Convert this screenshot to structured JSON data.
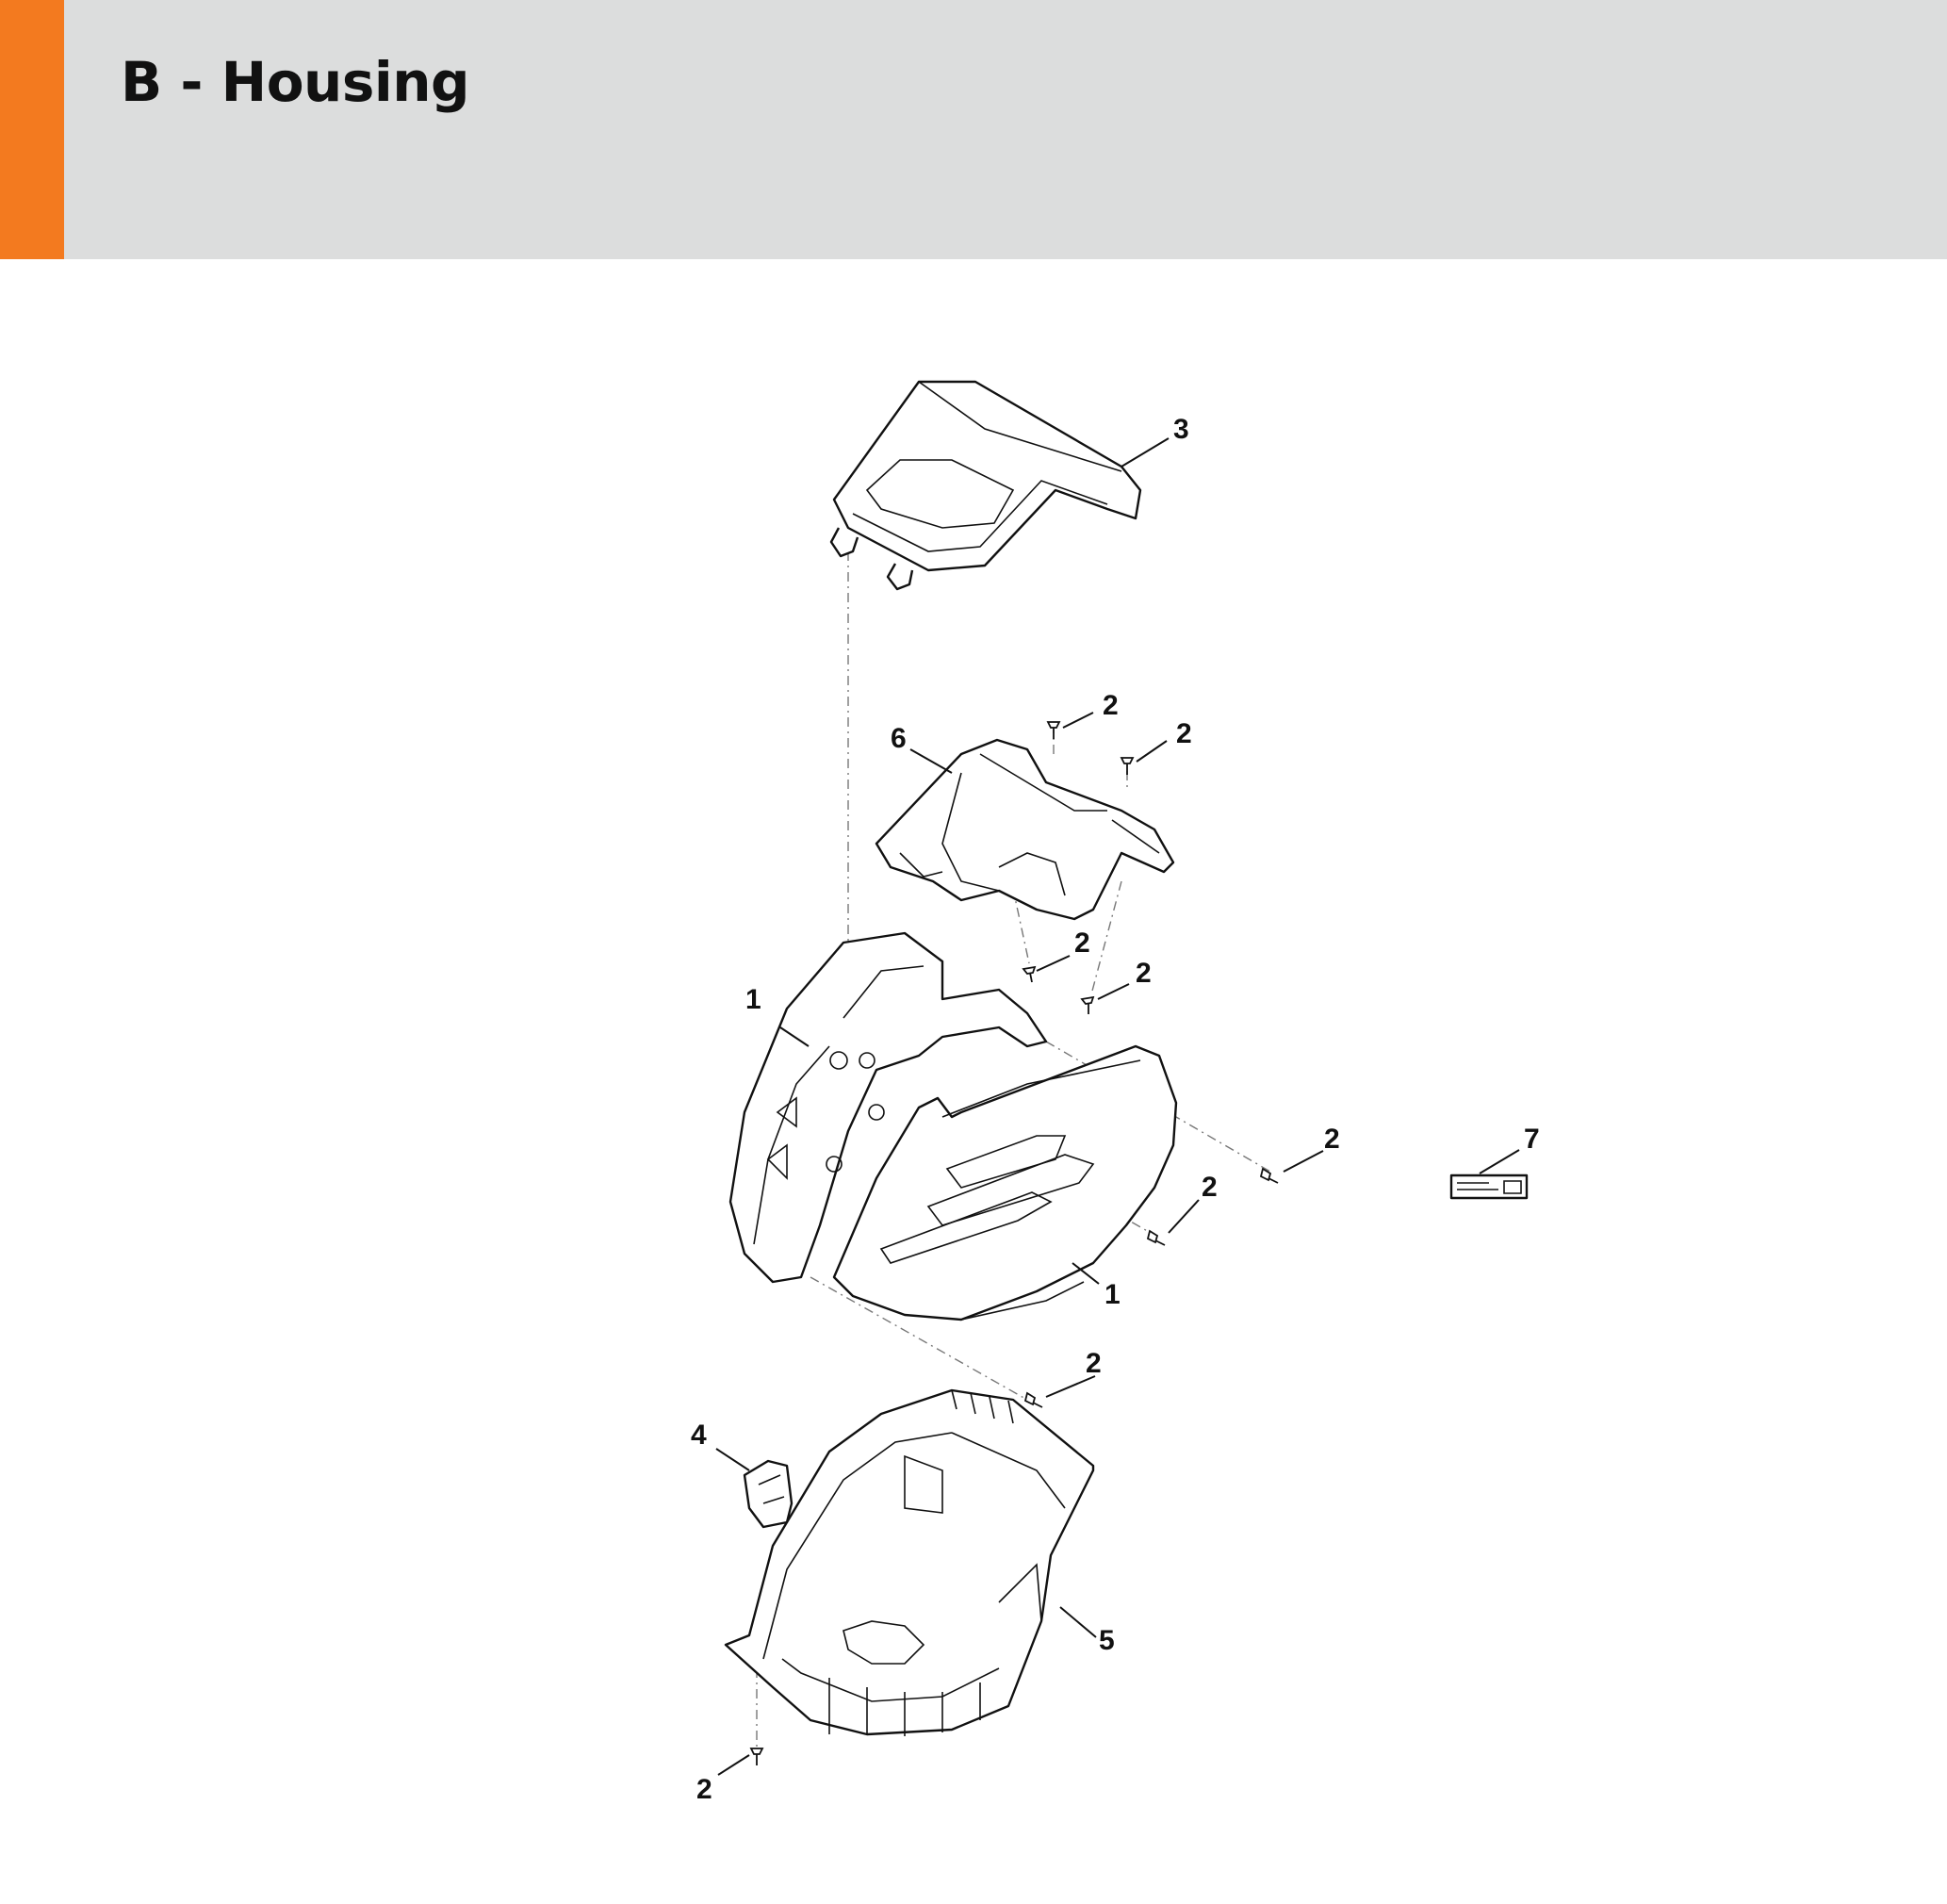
{
  "header": {
    "title": "B - Housing",
    "accent_color": "#f37a1f",
    "band_color": "#dcdddd"
  },
  "callouts": {
    "c3": "3",
    "c6": "6",
    "c2a": "2",
    "c2b": "2",
    "c2c": "2",
    "c2d": "2",
    "c1a": "1",
    "c1b": "1",
    "c2e": "2",
    "c2f": "2",
    "c7": "7",
    "c2g": "2",
    "c4": "4",
    "c5": "5",
    "c2h": "2"
  }
}
